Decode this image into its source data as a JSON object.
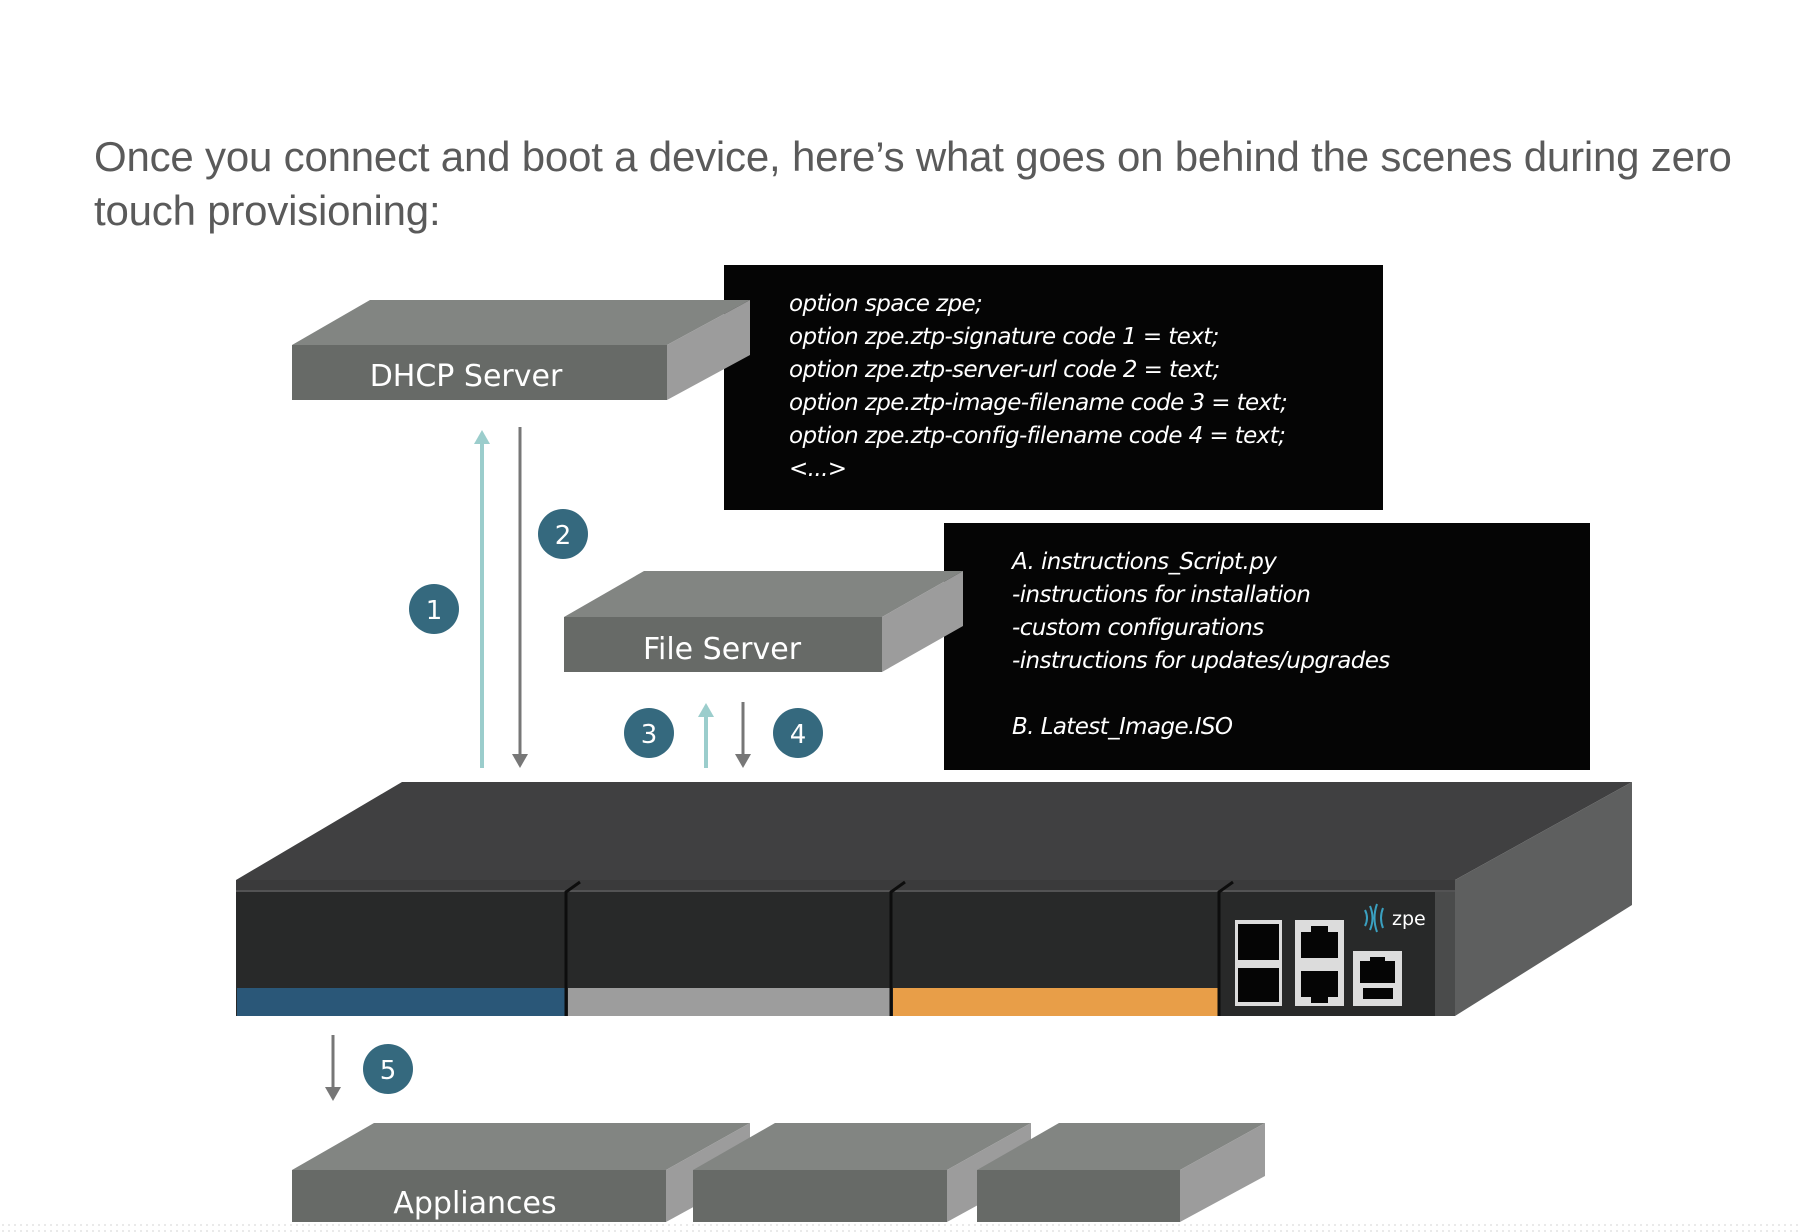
{
  "intro_text": "Once you connect and boot a device, here’s what goes on behind the scenes during zero touch provisioning:",
  "colors": {
    "step_circle": "#35697e",
    "arrow_up": "#9bcdcc",
    "arrow_down": "#777777",
    "box_top": "#828582",
    "box_front": "#676a67",
    "box_side": "#9c9c9c",
    "code_bg": "#050505",
    "device_top": "#404041",
    "device_front": "#282929",
    "device_side": "#5e5f5f",
    "strip_blue": "#2a5778",
    "strip_grey": "#9d9d9d",
    "strip_orange": "#e89e48",
    "logo_accent": "#3aa0c0"
  },
  "servers": {
    "dhcp": {
      "label": "DHCP Server"
    },
    "file": {
      "label": "File Server"
    },
    "appliances": {
      "label": "Appliances",
      "count": 3
    }
  },
  "dhcp_config": {
    "lines": [
      "option space zpe;",
      "option zpe.ztp-signature code 1 = text;",
      "option zpe.ztp-server-url code 2 = text;",
      "option zpe.ztp-image-filename code 3 = text;",
      "option zpe.ztp-config-filename code 4 = text;",
      "<...>"
    ]
  },
  "file_contents": {
    "lines": [
      "A. instructions_Script.py",
      "-instructions for installation",
      "-custom configurations",
      "-instructions for updates/upgrades",
      "",
      "B. Latest_Image.ISO"
    ]
  },
  "steps": [
    {
      "number": "1",
      "direction": "up",
      "from": "device",
      "to": "DHCP Server"
    },
    {
      "number": "2",
      "direction": "down",
      "from": "DHCP Server",
      "to": "device"
    },
    {
      "number": "3",
      "direction": "up",
      "from": "device",
      "to": "File Server"
    },
    {
      "number": "4",
      "direction": "down",
      "from": "File Server",
      "to": "device"
    },
    {
      "number": "5",
      "direction": "down",
      "from": "device",
      "to": "Appliances"
    }
  ],
  "device": {
    "brand_logo_text": "zpe",
    "ports": [
      "sfp-port-pair",
      "rj45-port-pair",
      "rj45-usb-port"
    ]
  }
}
